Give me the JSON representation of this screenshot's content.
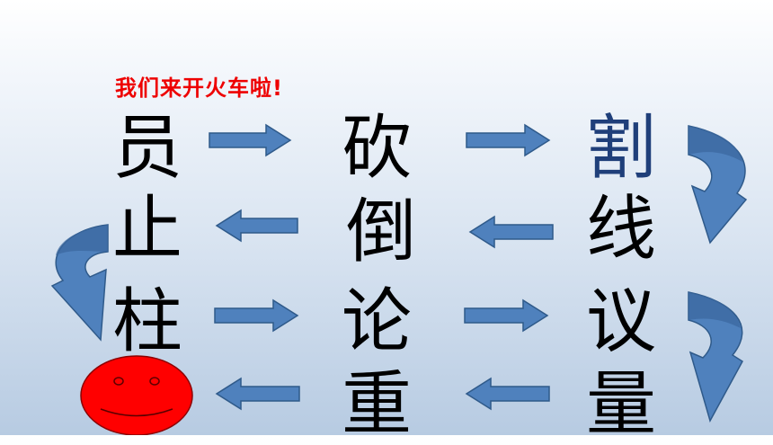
{
  "title": "我们来开火车啦!",
  "rows": [
    [
      "员",
      "砍",
      "割"
    ],
    [
      "止",
      "倒",
      "线"
    ],
    [
      "柱",
      "论",
      "议"
    ],
    [
      "",
      "重",
      "量"
    ]
  ],
  "colors": {
    "title": "#ee0000",
    "character": "#000000",
    "highlight_character": "#1f3f7a",
    "arrow_fill": "#4f81bd",
    "arrow_stroke": "#2f5a8a",
    "smiley_fill": "#ff0000",
    "smiley_stroke": "#8b0000"
  },
  "icons": {
    "straight_arrow": "arrow-right-icon",
    "curved_arrow": "curved-turn-arrow-icon",
    "smiley": "smiley-face-icon"
  }
}
